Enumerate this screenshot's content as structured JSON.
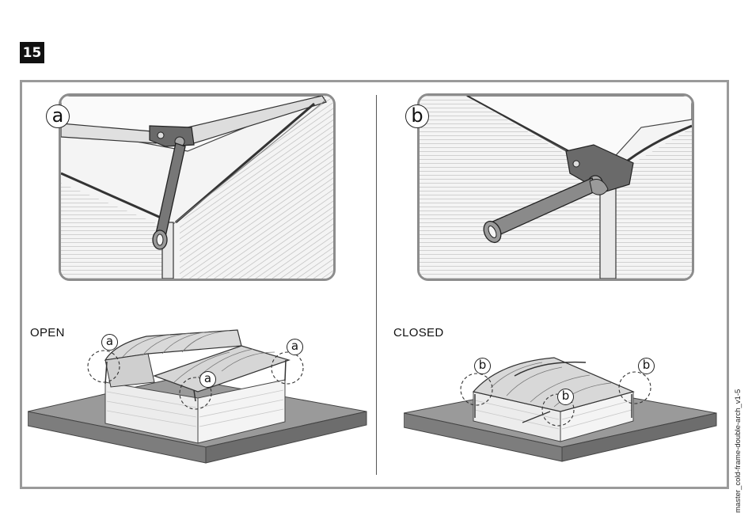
{
  "step": {
    "number": "15"
  },
  "panels": {
    "open": {
      "detail_label": "a",
      "state_label": "OPEN",
      "callouts": [
        "a",
        "a",
        "a"
      ]
    },
    "closed": {
      "detail_label": "b",
      "state_label": "CLOSED",
      "callouts": [
        "b",
        "b",
        "b"
      ]
    }
  },
  "document_code": "master_cold-frame-double-arch_v1-5",
  "colors": {
    "frame_border": "#9a9a9a",
    "base": "#9a9a9a",
    "arm": "#666666",
    "panel_fill": "#f2f2f2"
  }
}
